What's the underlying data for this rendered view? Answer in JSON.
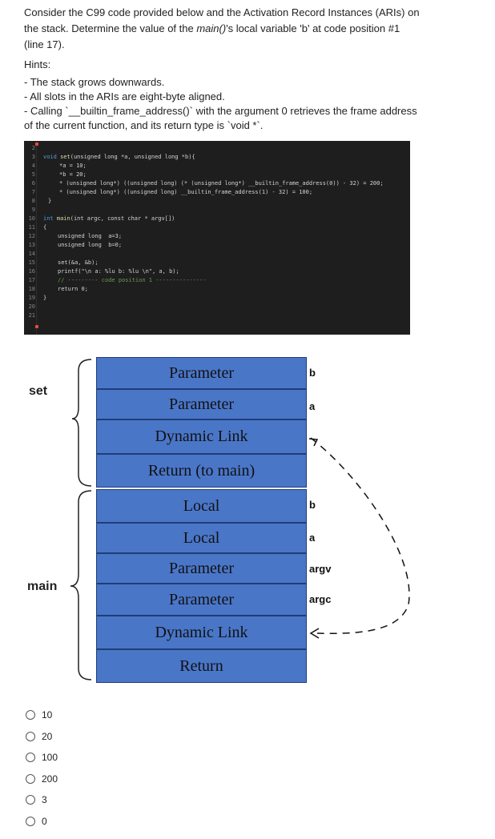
{
  "question": {
    "line1": "Consider the C99 code provided below and the Activation Record Instances (ARIs) on",
    "line2_pre": "the stack. Determine the value of the ",
    "line2_em": "main()",
    "line2_post": "'s local variable 'b' at code position #1",
    "line3": "(line 17)."
  },
  "hints": {
    "title": "Hints:",
    "h1": "- The stack grows downwards.",
    "h2": "- All slots in the ARIs are eight-byte aligned.",
    "h3": "- Calling `__builtin_frame_address()` with the argument 0 retrieves the frame address",
    "h4": "of the current function, and its return type is `void *`."
  },
  "code": {
    "line_numbers": [
      "2",
      "3",
      "4",
      "5",
      "6",
      "7",
      "8",
      "9",
      "10",
      "11",
      "12",
      "13",
      "14",
      "15",
      "16",
      "17",
      "18",
      "19",
      "20",
      "21"
    ],
    "l3_kw": "void",
    "l3_fn": "set",
    "l3_rest": "(unsigned long *a, unsigned long *b){",
    "l4": "*a = 10;",
    "l5": "*b = 20;",
    "l6": "* (unsigned long*) ((unsigned long) (* (unsigned long*) __builtin_frame_address(0)) - 32) = 200;",
    "l7": "* (unsigned long*) ((unsigned long) __builtin_frame_address(1) - 32) = 100;",
    "l8": "}",
    "l10_kw": "int",
    "l10_fn": "main",
    "l10_rest": "(int argc, const char * argv[])",
    "l11": "{",
    "l12": "unsigned long  a=3;",
    "l13": "unsigned long  b=0;",
    "l15": "set(&a, &b);",
    "l16": "printf(\"\\n a: %lu b: %lu \\n\", a, b);",
    "l17": "// --------- code position 1 ---------------",
    "l18": "return 0;",
    "l19": "}"
  },
  "diagram": {
    "set_label": "set",
    "main_label": "main",
    "slots": [
      "Parameter",
      "Parameter",
      "Dynamic Link",
      "Return (to main)",
      "Local",
      "Local",
      "Parameter",
      "Parameter",
      "Dynamic Link",
      "Return"
    ],
    "right_labels": {
      "set_b": "b",
      "set_a": "a",
      "main_b": "b",
      "main_a": "a",
      "argv": "argv",
      "argc": "argc"
    }
  },
  "options": [
    "10",
    "20",
    "100",
    "200",
    "3",
    "0"
  ]
}
